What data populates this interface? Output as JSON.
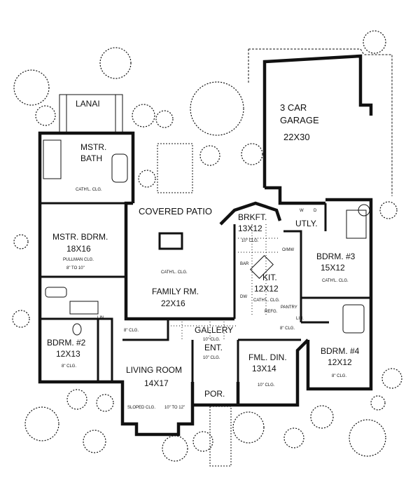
{
  "rooms": {
    "lanai": "LANAI",
    "garage": {
      "name1": "3 CAR",
      "name2": "GARAGE",
      "size": "22X30"
    },
    "mstr_bath": {
      "name1": "MSTR.",
      "name2": "BATH",
      "ceiling": "CATH'L. CLG."
    },
    "covered_patio": "COVERED PATIO",
    "brkft": {
      "name": "BRKFT.",
      "size": "13X12",
      "ceiling": "10\" CLG."
    },
    "utly": "UTLY.",
    "mstr_bdrm": {
      "name": "MSTR. BDRM.",
      "size": "18X16",
      "ceiling1": "PULLMAN CLG.",
      "ceiling2": "8\" TO 10\""
    },
    "bdrm3": {
      "name": "BDRM. #3",
      "size": "15X12",
      "ceiling": "CATH'L. CLG."
    },
    "family": {
      "name": "FAMILY RM.",
      "size": "22X16",
      "ceiling": "CATH'L. CLG."
    },
    "kit": {
      "name": "KIT.",
      "size": "12X12",
      "ceiling": "CATH'L. CLG."
    },
    "bdrm2": {
      "name": "BDRM. #2",
      "size": "12X13",
      "ceiling": "8\" CLG."
    },
    "gallery": {
      "name": "GALLERY",
      "ent": "ENT.",
      "ceiling": "10\" CLG."
    },
    "living": {
      "name": "LIVING ROOM",
      "size": "14X17",
      "ceiling1": "SLOPED CLG.",
      "ceiling2": "10\" TO 12\""
    },
    "fml_din": {
      "name": "FML. DIN.",
      "size": "13X14",
      "ceiling": "10\" CLG."
    },
    "bdrm4": {
      "name": "BDRM. #4",
      "size": "12X12",
      "ceiling": "8\" CLG."
    },
    "por": "POR."
  },
  "labels": {
    "bar": "BAR",
    "dw": "DW",
    "refg": "REFG.",
    "pantry": "PANTRY",
    "omw": "O/MW",
    "lin1": "LIN.",
    "lin2": "LIN.",
    "wd_w": "W",
    "wd_d": "D",
    "clg_left": "8\" CLG.",
    "clg_right": "8\" CLG.",
    "clg_gallery": "10\" CLG."
  }
}
